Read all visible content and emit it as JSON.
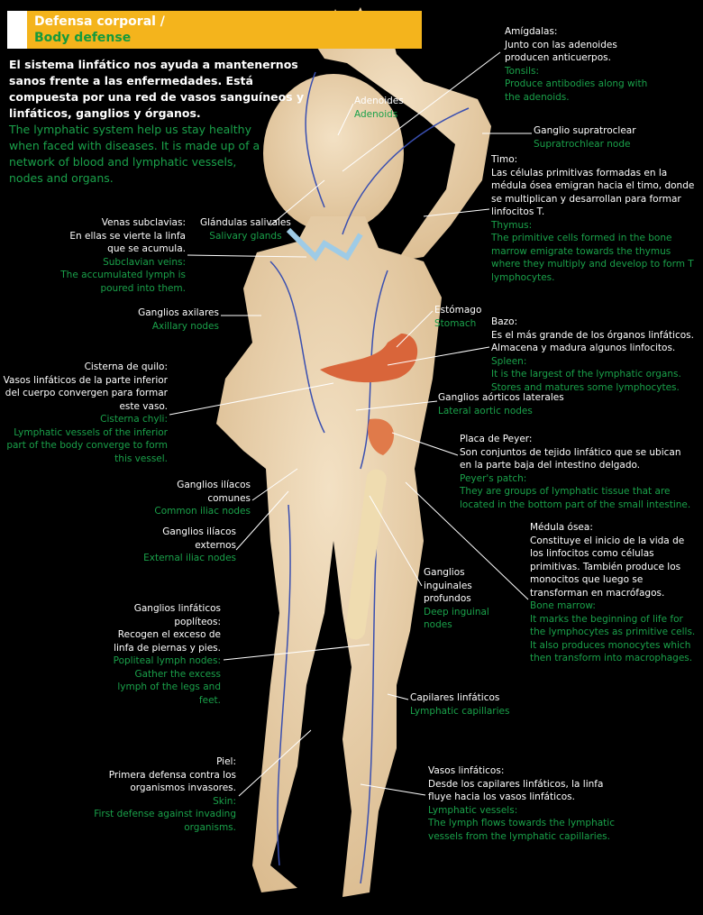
{
  "header": {
    "title_es": "Defensa corporal /",
    "title_en": "Body defense"
  },
  "intro": {
    "es": "El sistema linfático nos ayuda a mantenernos sanos frente a las enfermedades. Está compuesta por una red de vasos sanguíneos y linfáticos, ganglios y órganos.",
    "en": "The lymphatic system help us stay healthy when faced with diseases. It is made up of a network of blood and lymphatic vessels, nodes and organs."
  },
  "labels": {
    "tonsils": {
      "es": "Amígdalas:\nJunto con las adenoides\nproducen anticuerpos.",
      "en": "Tonsils:\nProduce antibodies along with\nthe adenoids."
    },
    "adenoids": {
      "es": "Adenoides",
      "en": "Adenoids"
    },
    "supratrochlear": {
      "es": "Ganglio supratroclear",
      "en": "Supratrochlear node"
    },
    "thymus": {
      "es": "Timo:\nLas células primitivas formadas en la\nmédula ósea emigran hacia el timo, donde\nse multiplican y desarrollan para formar\nlinfocitos T.",
      "en": "Thymus:\nThe primitive cells formed in the bone\nmarrow emigrate towards the thymus\nwhere they multiply and develop to form T\nlymphocytes."
    },
    "subclavian": {
      "es": "Venas subclavias:\nEn ellas se vierte la linfa\nque se acumula.",
      "en": "Subclavian veins:\nThe accumulated lymph is\npoured into them."
    },
    "salivary": {
      "es": "Glándulas salivales",
      "en": "Salivary glands"
    },
    "axillary": {
      "es": "Ganglios axilares",
      "en": "Axillary nodes"
    },
    "stomach": {
      "es": "Estómago",
      "en": "Stomach"
    },
    "spleen": {
      "es": "Bazo:\nEs el más grande de los órganos linfáticos.\nAlmacena  y madura algunos linfocitos.",
      "en": "Spleen:\nIt is the largest of the lymphatic organs.\nStores and matures some lymphocytes."
    },
    "cisterna": {
      "es": "Cisterna de quilo:\nVasos linfáticos de la parte inferior\ndel cuerpo convergen para formar\neste vaso.",
      "en": "Cisterna chyli:\nLymphatic vessels of the inferior\npart of the body converge to form\nthis vessel."
    },
    "aortic": {
      "es": "Ganglios aórticos laterales",
      "en": "Lateral aortic nodes"
    },
    "peyer": {
      "es": "Placa de Peyer:\nSon conjuntos de tejido linfático que se ubican\nen la parte baja del intestino delgado.",
      "en": "Peyer's patch:\nThey are groups of lymphatic tissue that are\nlocated in the bottom part of the small intestine."
    },
    "common_iliac": {
      "es": "Ganglios ilíacos\ncomunes",
      "en": "Common iliac nodes"
    },
    "external_iliac": {
      "es": "Ganglios ilíacos\nexternos",
      "en": "External iliac nodes"
    },
    "bone_marrow": {
      "es": "Médula ósea:\nConstituye el inicio de la vida de\nlos linfocitos como células\nprimitivas. También produce los\nmonocitos que luego se\ntransforman en macrófagos.",
      "en": "Bone marrow:\nIt marks the beginning of life for\nthe lymphocytes as primitive cells.\nIt also produces monocytes which\nthen transform into macrophages."
    },
    "deep_inguinal": {
      "es": "Ganglios\ninguinales\nprofundos",
      "en": "Deep inguinal\nnodes"
    },
    "popliteal": {
      "es": "Ganglios linfáticos\npoplíteos:\nRecogen el exceso de\nlinfa de piernas y pies.",
      "en": "Popliteal lymph nodes:\nGather the excess\nlymph of the legs and\nfeet."
    },
    "capillaries": {
      "es": "Capilares linfáticos",
      "en": "Lymphatic capillaries"
    },
    "skin": {
      "es": "Piel:\nPrimera defensa contra los\norganismos invasores.",
      "en": "Skin:\nFirst defense against invading\norganisms."
    },
    "vessels": {
      "es": "Vasos linfáticos:\nDesde los capilares linfáticos, la linfa\nfluye hacia los vasos linfáticos.",
      "en": "Lymphatic vessels:\nThe lymph flows towards the lymphatic\nvessels from the lymphatic capillaries."
    }
  },
  "colors": {
    "accent": "#f4b41c",
    "green": "#1aa14a",
    "skin": "#ecd3ac",
    "vessel": "#3a4fb0"
  }
}
